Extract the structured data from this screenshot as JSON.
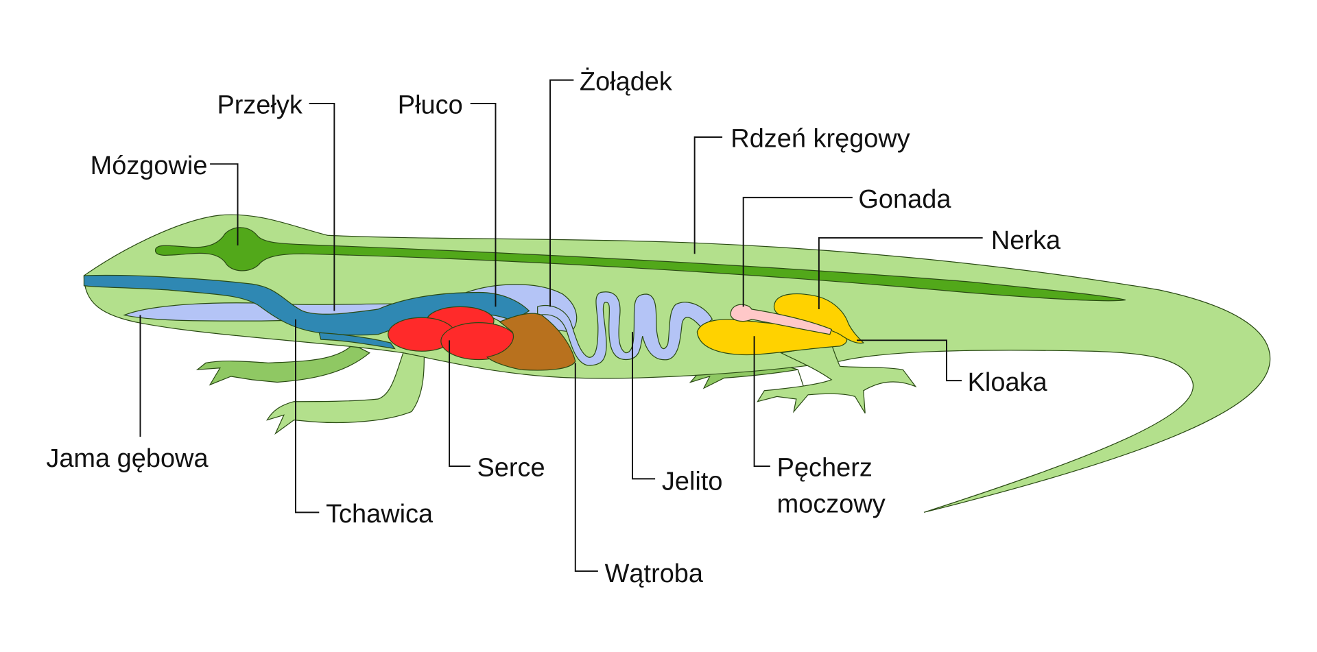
{
  "colors": {
    "body": "#b3e08c",
    "far_limbs": "#8fc863",
    "nervous": "#52a81a",
    "airway": "#2f88b3",
    "lung_gut": "#b4c4f6",
    "heart": "#ff2a2a",
    "liver": "#b8711e",
    "urinary": "#ffd200",
    "gonad": "#ffc8c8"
  },
  "labels": {
    "przelyk": "Przełyk",
    "pluco": "Płuco",
    "zoladek": "Żołądek",
    "rdzen": "Rdzeń kręgowy",
    "mozgowie": "Mózgowie",
    "gonada": "Gonada",
    "nerka": "Nerka",
    "kloaka": "Kloaka",
    "jama": "Jama gębowa",
    "tchawica": "Tchawica",
    "serce": "Serce",
    "jelito": "Jelito",
    "pecherz_1": "Pęcherz",
    "pecherz_2": "moczowy",
    "watroba": "Wątroba"
  }
}
